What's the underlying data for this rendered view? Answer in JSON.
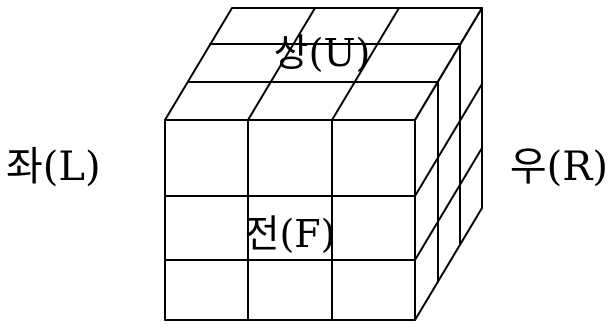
{
  "diagram": {
    "faces": {
      "top": {
        "label": "상(U)"
      },
      "front": {
        "label": "전(F)"
      }
    },
    "side_labels": {
      "left": "좌(L)",
      "right": "우(R)"
    },
    "grid": {
      "rows": 3,
      "cols": 3
    },
    "colors": {
      "stroke": "#000000",
      "background": "#ffffff"
    }
  }
}
